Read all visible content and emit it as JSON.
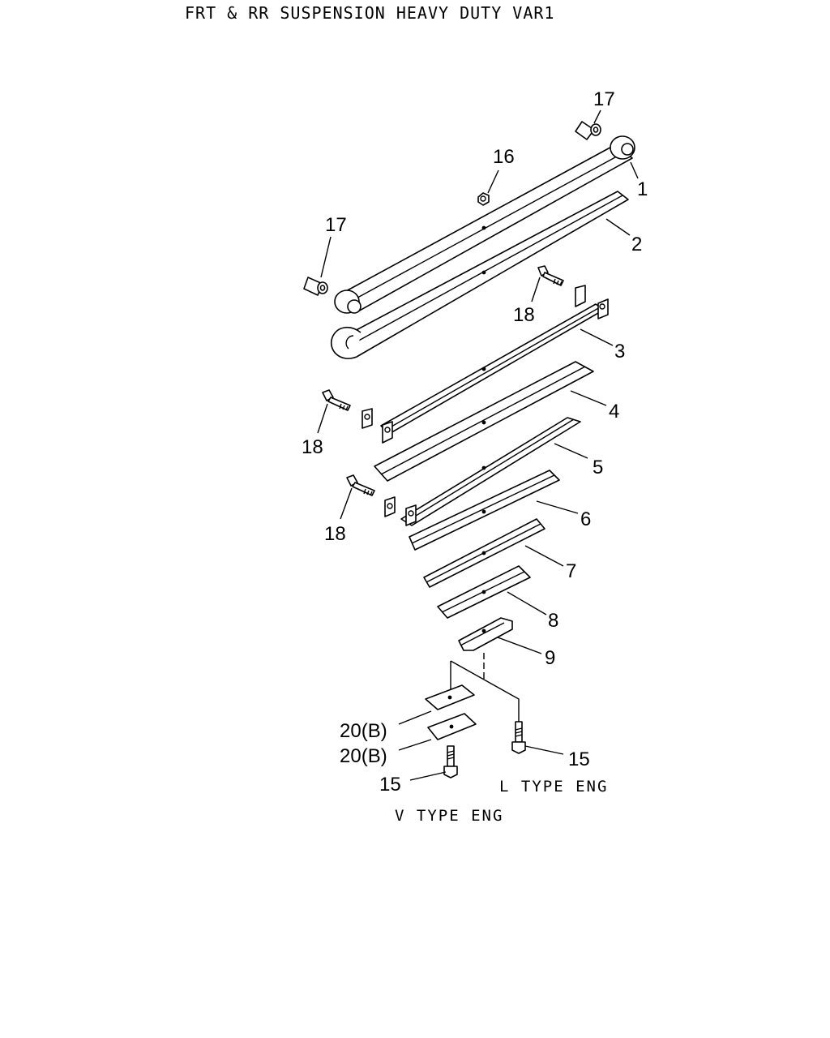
{
  "title": "FRT & RR SUSPENSION HEAVY DUTY VAR1",
  "callouts": {
    "c1": "1",
    "c2": "2",
    "c3": "3",
    "c4": "4",
    "c5": "5",
    "c6": "6",
    "c7": "7",
    "c8": "8",
    "c9": "9",
    "c15a": "15",
    "c15b": "15",
    "c16": "16",
    "c17a": "17",
    "c17b": "17",
    "c18a": "18",
    "c18b": "18",
    "c18c": "18",
    "c20a": "20(B)",
    "c20b": "20(B)"
  },
  "captions": {
    "l_type": "L TYPE ENG",
    "v_type": "V TYPE ENG"
  }
}
